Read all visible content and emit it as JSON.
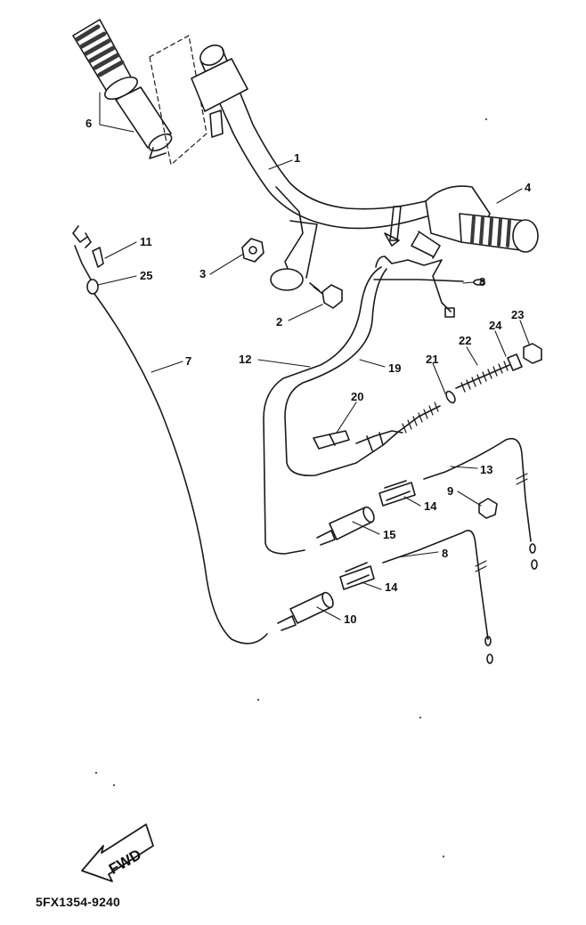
{
  "diagram": {
    "labels": {
      "l1": "1",
      "l2": "2",
      "l3": "3",
      "l4": "4",
      "l6": "6",
      "l7": "7",
      "l8a": "8",
      "l8b": "8",
      "l9": "9",
      "l10": "10",
      "l11": "11",
      "l12": "12",
      "l13": "13",
      "l14a": "14",
      "l14b": "14",
      "l15": "15",
      "l19": "19",
      "l20": "20",
      "l21": "21",
      "l22": "22",
      "l23": "23",
      "l24": "24",
      "l25": "25"
    },
    "fwd_text": "FWD",
    "catalog_code": "5FX1354-9240"
  }
}
